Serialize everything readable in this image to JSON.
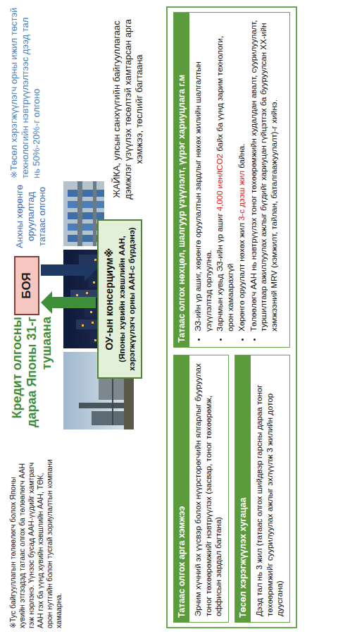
{
  "diagram": {
    "nodes": [
      {
        "text": [
          "БОЯ"
        ]
      },
      {
        "text": [
          "ОУ-ын консерциум※",
          "(Японы хувийн хэвшлийн ААН, хэрэгжүүлэгч орны ААН-с бүрдэнэ)"
        ]
      },
      {
        "text": [
          "Татаас олгох арга хэмжээ",
          "Эрчим хүчний эх үүсвэр болох нүүрсторөгчийн ялгарлыг бууруулах тоног төхөөрөмжийг нэвтрүүлэх (засвар, тоног төхөөрөмж, оффисын зардал багтана)"
        ]
      },
      {
        "text": [
          "Төсөл хэрэгжүүлэх хугацаа",
          "Дээд тал нь 3 жил (татаас олгох шийдвэр гарсны дараа тоног төхөөрөмжийг суурилуулах ажлыг эхлүүлж 3 жилийн дотор дуусгана)"
        ]
      },
      {
        "text": [
          "Татаас олгох нөхцөл, шалгуур үзүүлэлт, үүрэг хариуцлага г.м",
          "ЭЗ-ийн үр ашиг, хөрөнгө оруулалтын зардлыг нөхөх жилийн шалгалтын үзүүлэлтэд орлуулна.",
          "Зарчмын хувьд ЭЗ-ийн үр ашиг",
          "4,000 иен/tCO2",
          "байх ба үүнд зарим технологи, орон хамаарахгүй",
          "Хөрөнгө оруулалт нөхөх жил",
          "3-с дээш жил",
          "байна.",
          "Төлөөлөгч ААН нь нэвтрүүлэх тоног төхөөрөмжийн худалдан авалт, суурилуулалт, туршилтаар ажиллуулах ажлыг бүгдийг хариуцан гүйцэтгэх ба бууруулсан ХХ-ийн хэмжээний MRV (хэмжилт, тайлан, баталгаажуулалт)-г хийнэ."
        ]
      }
    ],
    "edges": [
      {
        "from": 1,
        "to": 0,
        "arrow": "to",
        "label": "Кредит олгосны дараа Японы 31-г тушаана"
      },
      {
        "from": 0,
        "to": 1,
        "arrow": "to",
        "label": "Анхны хөрөнгө оруулалтад татаас олгоно"
      }
    ],
    "labels": [
      "※Тус байгууллагын төлөөлөгч болох Японы хувийн этгээдэд татаас олгох ба төлөөлөгч ААН гэж нэрлэнэ. Үүнээс бусад ААН-үүдийг хамтрагч ААН гэх ба үүнд хувийн хэвшлийн ААН, ТӨК, орон нутгийн болон тусгай зориулалтын компани хамаарна.",
      "※Төсөл хэрэгжүүлэгч орны ижил төстэй технологийн нэвтрүүлэлтээс дээд тал нь 50%-20%-г олгоно",
      "ЖАЙКА, улсын санхүүгийн байгууллагаас дэмжлэг үзүүлэх төсөлтэй хамтарсан арга хэмжээ, төслийг багтаана"
    ]
  }
}
